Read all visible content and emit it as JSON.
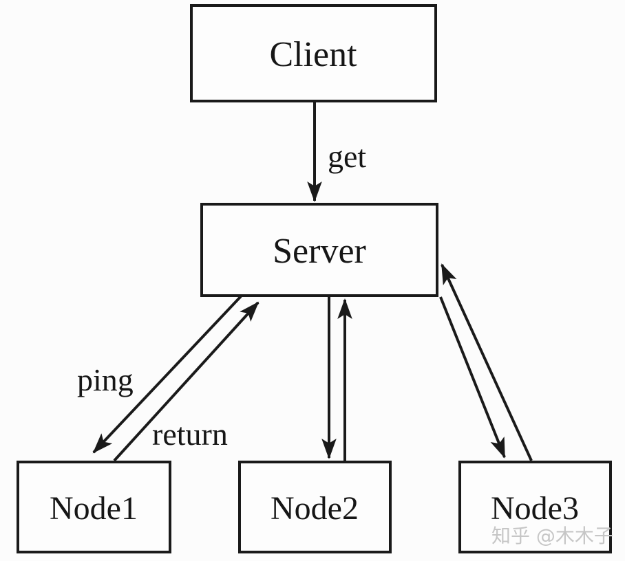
{
  "diagram": {
    "type": "architecture-flow",
    "background_color": "#fcfcfc",
    "line_color": "#1a1a1a",
    "box_fill_color": "#fdfdfd",
    "text_color": "#161616",
    "nodes": {
      "client": {
        "label": "Client"
      },
      "server": {
        "label": "Server"
      },
      "node1": {
        "label": "Node1"
      },
      "node2": {
        "label": "Node2"
      },
      "node3": {
        "label": "Node3"
      }
    },
    "edges": [
      {
        "from": "Client",
        "to": "Server",
        "label": "get"
      },
      {
        "from": "Server",
        "to": "Node1",
        "label": "ping"
      },
      {
        "from": "Node1",
        "to": "Server",
        "label": "return"
      },
      {
        "from": "Server",
        "to": "Node2",
        "label": ""
      },
      {
        "from": "Node2",
        "to": "Server",
        "label": ""
      },
      {
        "from": "Server",
        "to": "Node3",
        "label": ""
      },
      {
        "from": "Node3",
        "to": "Server",
        "label": ""
      }
    ]
  },
  "watermark": {
    "text": "知乎 @木木子",
    "color": "#c6c6c6"
  }
}
